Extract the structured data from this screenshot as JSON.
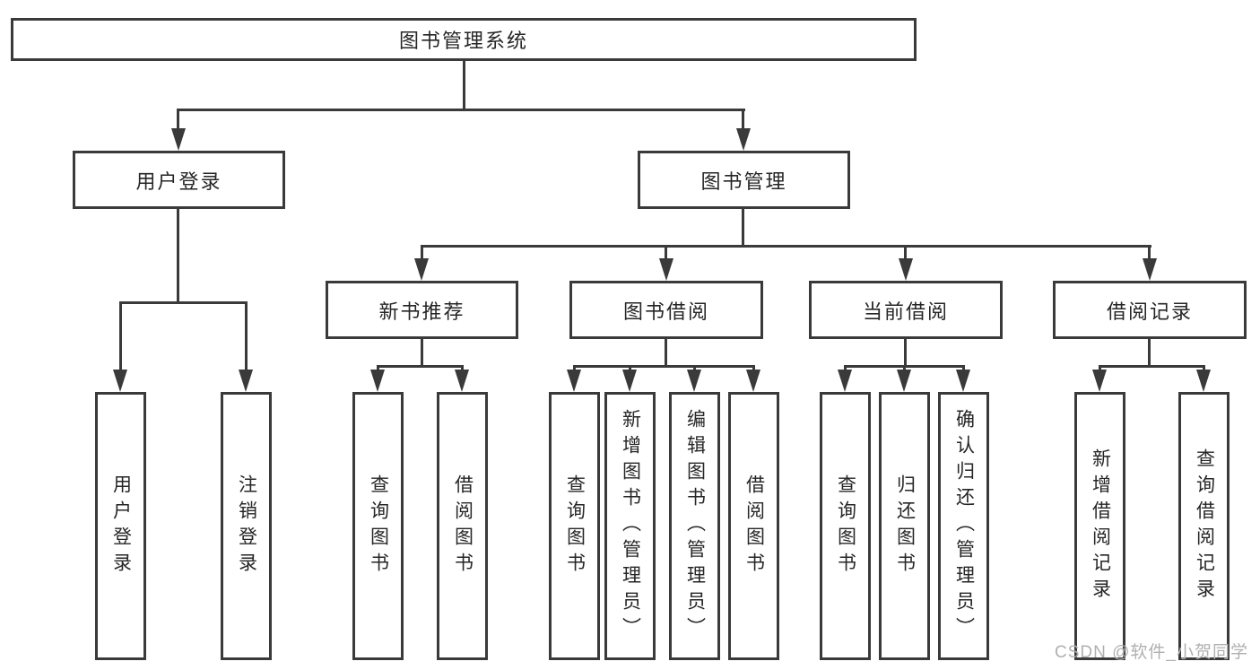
{
  "tree": {
    "root": {
      "label": "图书管理系统"
    },
    "branches": [
      {
        "label": "用户登录",
        "children": [
          "用户登录",
          "注销登录"
        ]
      },
      {
        "label": "图书管理",
        "sections": [
          {
            "label": "新书推荐",
            "children": [
              "查询图书",
              "借阅图书"
            ]
          },
          {
            "label": "图书借阅",
            "children": [
              "查询图书",
              "新增图书（管理员）",
              "编辑图书（管理员）",
              "借阅图书"
            ]
          },
          {
            "label": "当前借阅",
            "children": [
              "查询图书",
              "归还图书",
              "确认归还（管理员）"
            ]
          },
          {
            "label": "借阅记录",
            "children": [
              "新增借阅记录",
              "查询借阅记录"
            ]
          }
        ]
      }
    ]
  },
  "watermark": {
    "text": "CSDN @软件_小贺同学"
  },
  "colors": {
    "line": "#3a3a3a",
    "text": "#262626",
    "watermark": "#b0b0b0",
    "background": "#ffffff"
  }
}
